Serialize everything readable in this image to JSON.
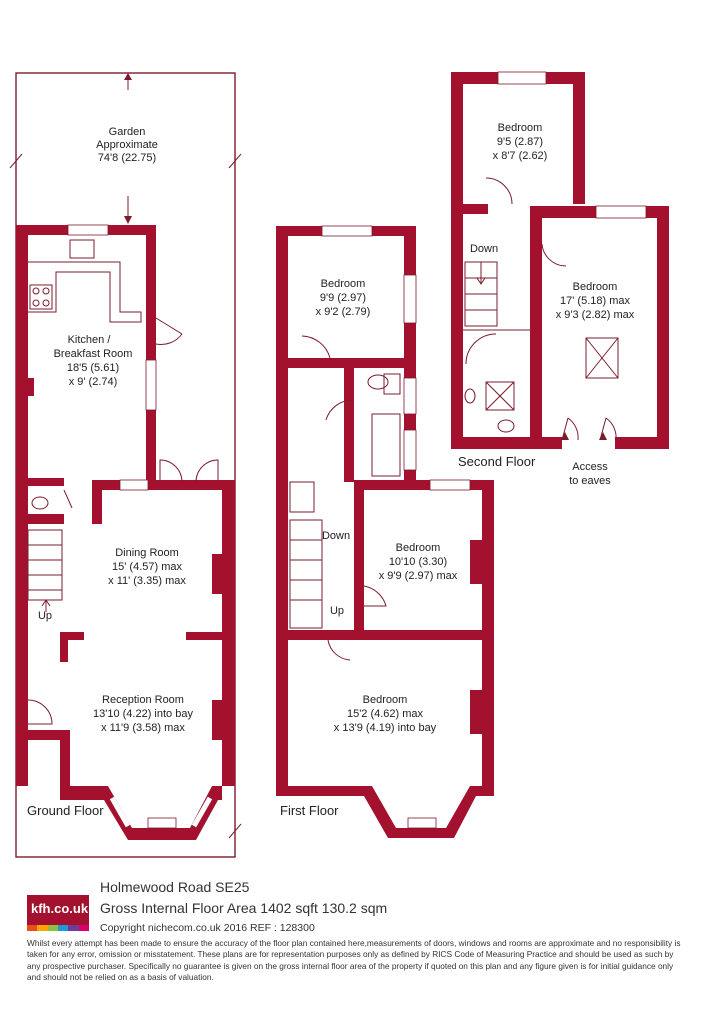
{
  "colors": {
    "wall": "#a3112e",
    "line": "#7a1c2c",
    "floor_fill": "#ffffff",
    "logo_bg": "#a3112e"
  },
  "rooms": {
    "garden": {
      "name": "Garden",
      "line1": "Approximate",
      "line2": "74'8 (22.75)"
    },
    "kitchen": {
      "name": "Kitchen /",
      "line1": "Breakfast Room",
      "line2": "18'5 (5.61)",
      "line3": "x 9' (2.74)"
    },
    "dining": {
      "name": "Dining Room",
      "line1": "15' (4.57) max",
      "line2": "x 11' (3.35) max"
    },
    "reception": {
      "name": "Reception Room",
      "line1": "13'10 (4.22) into bay",
      "line2": "x 11'9 (3.58) max"
    },
    "ff_bed_rear": {
      "name": "Bedroom",
      "line1": "9'9 (2.97)",
      "line2": "x 9'2 (2.79)"
    },
    "ff_bed_mid": {
      "name": "Bedroom",
      "line1": "10'10 (3.30)",
      "line2": "x 9'9 (2.97) max"
    },
    "ff_bed_front": {
      "name": "Bedroom",
      "line1": "15'2 (4.62) max",
      "line2": "x 13'9 (4.19) into bay"
    },
    "sf_bed_small": {
      "name": "Bedroom",
      "line1": "9'5 (2.87)",
      "line2": "x 8'7 (2.62)"
    },
    "sf_bed_large": {
      "name": "Bedroom",
      "line1": "17' (5.18) max",
      "line2": "x 9'3 (2.82) max"
    }
  },
  "stairs": {
    "gf_up": "Up",
    "ff_down": "Down",
    "ff_up": "Up",
    "sf_down": "Down"
  },
  "access": {
    "line1": "Access",
    "line2": "to eaves"
  },
  "floors": {
    "ground": "Ground Floor",
    "first": "First Floor",
    "second": "Second Floor"
  },
  "footer": {
    "address": "Holmewood Road  SE25",
    "area": "Gross Internal Floor Area 1402 sqft 130.2 sqm",
    "copyright": "Copyright nichecom.co.uk 2016 REF : 128300",
    "disclaimer": "Whilst every attempt has been made to ensure the accuracy of the floor plan contained here,measurements of doors, windows and rooms are approximate and no responsibility is taken for any error, omission or misstatement. These plans are for representation purposes only as defined by RICS Code of Measuring Practice and should be used as such by any prospective purchaser.  Specifically no guarantee is given on the gross internal floor area of the property if quoted on this plan and any figure given is for initial guidance only and should not be relied on as a basis of valuation."
  },
  "logo": {
    "text": "kfh.co.uk",
    "stripe_colors": [
      "#e94e1b",
      "#f6a800",
      "#8fbf3f",
      "#1d9bd7",
      "#6b3f98",
      "#d6006f"
    ]
  }
}
